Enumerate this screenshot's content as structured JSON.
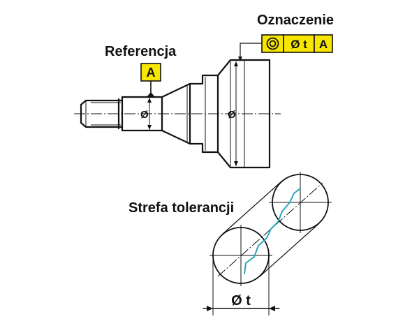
{
  "labels": {
    "designation": "Oznaczenie",
    "reference": "Referencja",
    "tolerance_zone": "Strefa tolerancji"
  },
  "feature_control_frame": {
    "symbol": "concentricity-icon",
    "tolerance": "Ø t",
    "datum": "A"
  },
  "datum_label": "A",
  "diameter_symbol_small": "Ø",
  "diameter_symbol_large": "Ø",
  "dimension_tolerance": "Ø t",
  "colors": {
    "highlight": "#f7e600",
    "line": "#111111",
    "actual_axis": "#2aa6b8"
  }
}
